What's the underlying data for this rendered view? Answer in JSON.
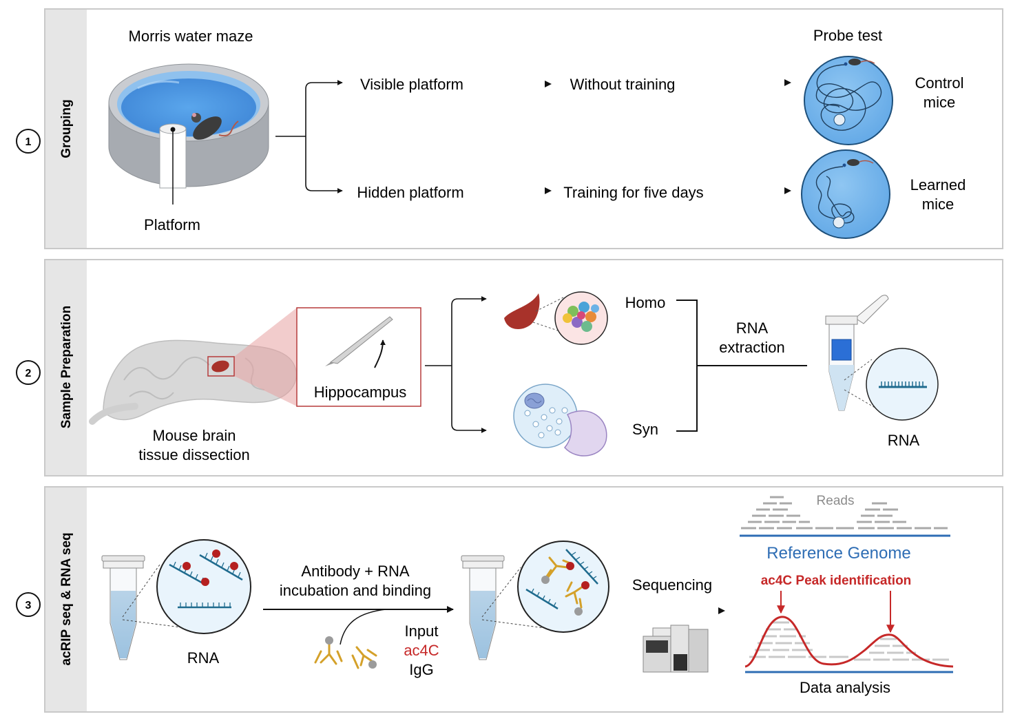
{
  "panels": [
    {
      "number": "1",
      "side_label": "Grouping"
    },
    {
      "number": "2",
      "side_label": "Sample Preparation"
    },
    {
      "number": "3",
      "side_label": "acRIP seq & RNA seq"
    }
  ],
  "grouping": {
    "maze_title": "Morris water maze",
    "platform_label": "Platform",
    "visible_branch": "Visible platform",
    "visible_step": "Without training",
    "hidden_branch": "Hidden platform",
    "hidden_step": "Training for five days",
    "probe_title": "Probe test",
    "control_line1": "Control",
    "control_line2": "mice",
    "learned_line1": "Learned",
    "learned_line2": "mice"
  },
  "sample_prep": {
    "brain_line1": "Mouse brain",
    "brain_line2": "tissue dissection",
    "hippocampus": "Hippocampus",
    "homo": "Homo",
    "syn": "Syn",
    "extraction_line1": "RNA",
    "extraction_line2": "extraction",
    "rna": "RNA"
  },
  "acrip": {
    "rna": "RNA",
    "step_line1": "Antibody + RNA",
    "step_line2": "incubation and binding",
    "input": "Input",
    "ac4c": "ac4C",
    "igg": "IgG",
    "sequencing": "Sequencing",
    "reads": "Reads",
    "reference": "Reference Genome",
    "peak": "ac4C Peak identification",
    "analysis": "Data analysis"
  },
  "colors": {
    "panel_border": "#c9c9c9",
    "side_strip": "#e6e6e6",
    "water": "#62aef0",
    "tube_liquid": "#a9cbe4",
    "rna_strand": "#1f6b8e",
    "acetyl_dot": "#b52020",
    "peak_red": "#c62828",
    "genome_blue": "#2e6db4",
    "antibody": "#d4a12a",
    "hippocampus_red": "#a8322a"
  }
}
